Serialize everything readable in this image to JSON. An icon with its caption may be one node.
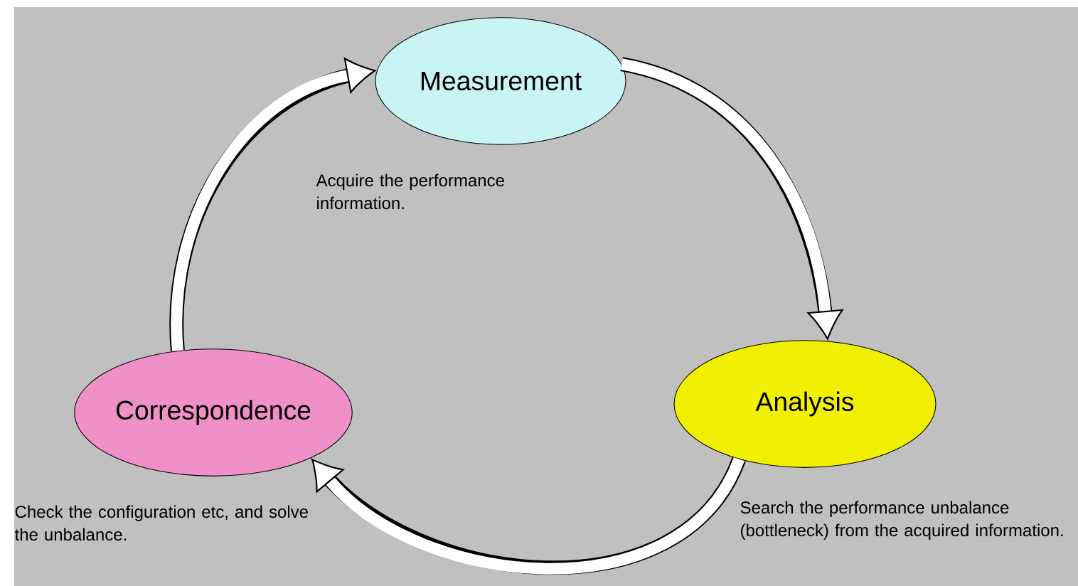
{
  "diagram": {
    "nodes": [
      {
        "text": [
          "Measurement"
        ],
        "beside": [
          "Acquire the performance information."
        ]
      },
      {
        "text": [
          "Analysis"
        ],
        "beside": [
          "Search the performance unbalance (bottleneck) from the acquired information."
        ]
      },
      {
        "text": [
          "Correspondence"
        ],
        "beside": [
          "Check the configuration etc, and solve the unbalance."
        ]
      }
    ],
    "edges": [
      {
        "from": 0,
        "to": 1,
        "arrow": "to"
      },
      {
        "from": 1,
        "to": 2,
        "arrow": "to"
      },
      {
        "from": 2,
        "to": 0,
        "arrow": "to"
      }
    ]
  }
}
